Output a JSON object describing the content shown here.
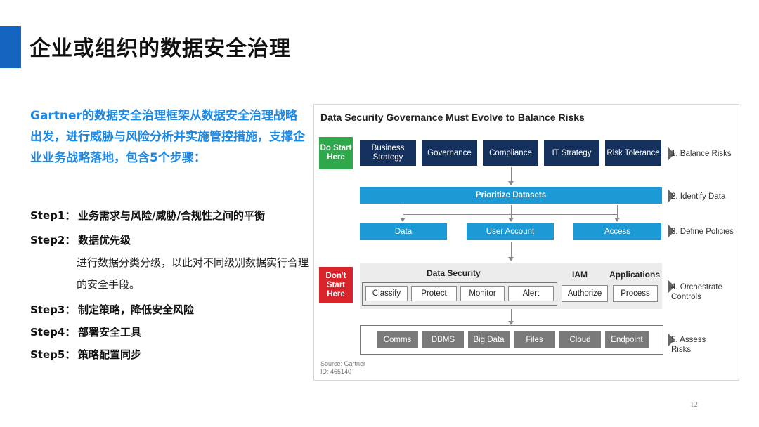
{
  "slide": {
    "title": "企业或组织的数据安全治理",
    "intro": "Gartner的数据安全治理框架从数据安全治理战略出发，进行威胁与风险分析并实施管控措施，支撑企业业务战略落地，包含5个步骤：",
    "steps": [
      {
        "num": "Step1：",
        "text": "业务需求与风险/威胁/合规性之间的平衡"
      },
      {
        "num": "Step2：",
        "text": "数据优先级"
      },
      {
        "num": "Step3：",
        "text": "制定策略，降低安全风险"
      },
      {
        "num": "Step4：",
        "text": "部署安全工具"
      },
      {
        "num": "Step5：",
        "text": "策略配置同步"
      }
    ],
    "step2_detail": "进行数据分类分级，以此对不同级别数据实行合理的安全手段。",
    "page_number": "12"
  },
  "figure": {
    "title": "Data Security Governance Must Evolve to Balance Risks",
    "do_start": "Do Start Here",
    "dont_start": "Don't Start Here",
    "top_row": [
      "Business Strategy",
      "Governance",
      "Compliance",
      "IT Strategy",
      "Risk Tolerance"
    ],
    "prioritize": "Prioritize Datasets",
    "policy_row": [
      "Data",
      "User Account",
      "Access"
    ],
    "group_data_security": "Data Security",
    "group_iam": "IAM",
    "group_applications": "Applications",
    "controls": [
      "Classify",
      "Protect",
      "Monitor",
      "Alert"
    ],
    "iam_item": "Authorize",
    "app_item": "Process",
    "assess_row": [
      "Comms",
      "DBMS",
      "Big Data",
      "Files",
      "Cloud",
      "Endpoint"
    ],
    "stages": [
      "1. Balance Risks",
      "2. Identify Data",
      "3. Define Policies",
      "4. Orchestrate Controls",
      "5. Assess Risks"
    ],
    "source_line1": "Source: Gartner",
    "source_line2": "ID: 465140",
    "colors": {
      "navy": "#14305c",
      "cyan": "#1b9ad6",
      "gray": "#7a7a7a",
      "green": "#2ea84a",
      "red": "#d9232a",
      "accent": "#1565c0"
    }
  }
}
